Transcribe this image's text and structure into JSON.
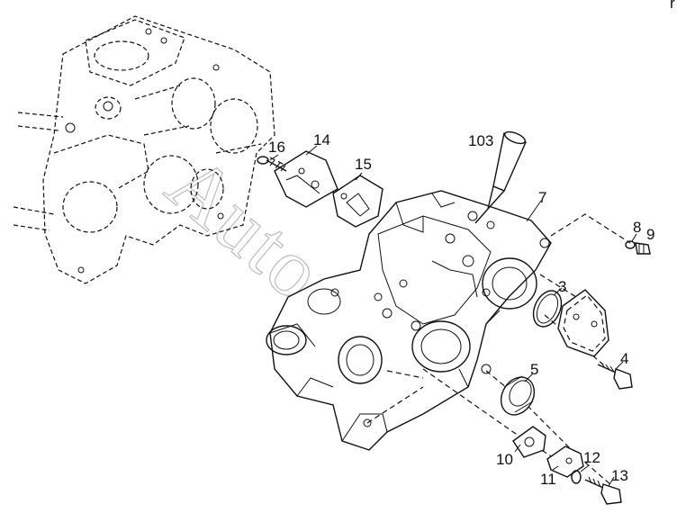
{
  "watermark": "Autosoft",
  "corner_mark": "r",
  "callouts": {
    "c16": "16",
    "c14": "14",
    "c15": "15",
    "c103": "103",
    "c7": "7",
    "c8": "8",
    "c9": "9",
    "c3": "3",
    "c4": "4",
    "c5": "5",
    "c10": "10",
    "c11": "11",
    "c12": "12",
    "c13": "13"
  }
}
